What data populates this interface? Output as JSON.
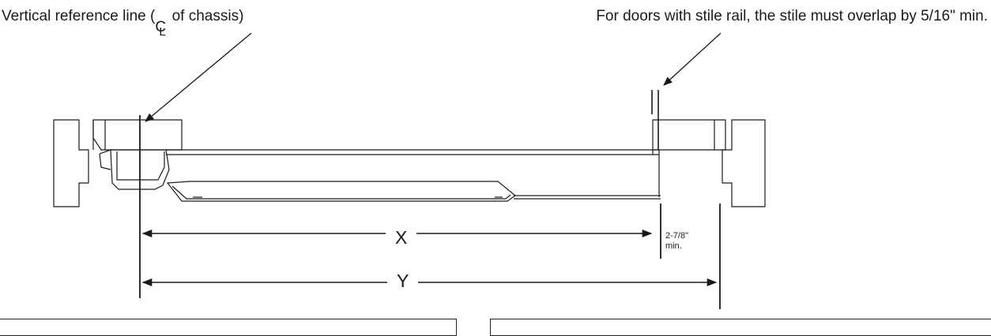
{
  "annotations": {
    "reference_line_prefix": "Vertical reference line (",
    "reference_line_symbol_c": "C",
    "reference_line_symbol_l": "L",
    "reference_line_suffix": " of chassis)",
    "stile_note": "For doors with stile rail, the stile must overlap by 5/16\" min."
  },
  "dimensions": {
    "x_label": "X",
    "y_label": "Y",
    "gap_value": "2-7/8\"",
    "gap_min": "min."
  }
}
